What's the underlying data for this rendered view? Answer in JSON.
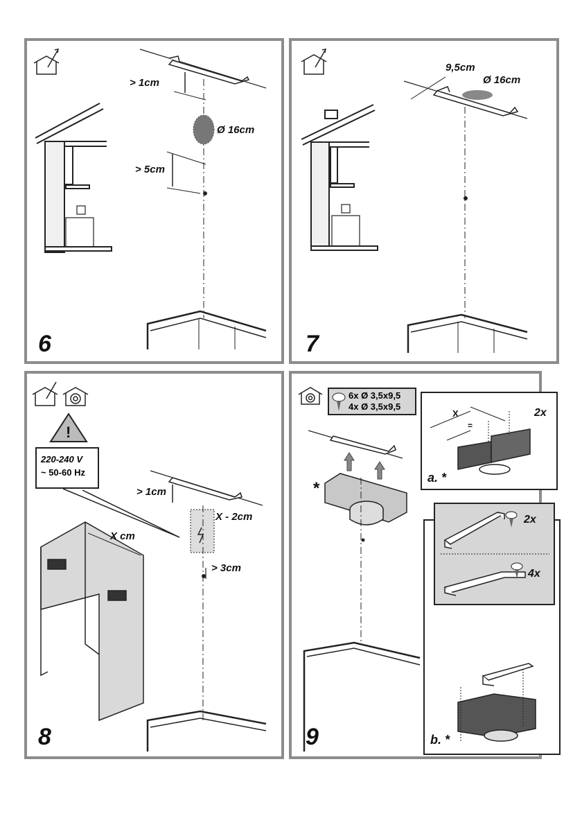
{
  "document": {
    "type": "installation instructions, cooker hood",
    "panels": [
      {
        "step": "6",
        "mode_icons": [
          "ducted-exhaust-icon"
        ],
        "labels": {
          "clearance_top": "> 1cm",
          "duct_diameter": "Ø 16cm",
          "clearance_screw": "> 5cm"
        }
      },
      {
        "step": "7",
        "mode_icons": [
          "ducted-exhaust-icon"
        ],
        "labels": {
          "bracket_offset": "9,5cm",
          "duct_diameter": "Ø 16cm"
        }
      },
      {
        "step": "8",
        "mode_icons": [
          "ducted-exhaust-icon",
          "recirculation-icon"
        ],
        "warning": {
          "voltage": "220-240 V",
          "frequency": "~ 50-60 Hz"
        },
        "labels": {
          "clearance_top": "> 1cm",
          "socket_width": "X - 2cm",
          "chimney_width": "X cm",
          "clearance_bottom": "> 3cm"
        }
      },
      {
        "step": "9",
        "mode_icons": [
          "recirculation-icon"
        ],
        "screws": [
          "6x Ø 3,5x9,5",
          "4x Ø 3,5x9,5"
        ],
        "optional_marker": "*",
        "sub_a": {
          "label": "a. *",
          "dim_x": "X",
          "dim_eq": "=",
          "screws": "2x"
        },
        "sub_b": {
          "label": "b. *",
          "screws_top": "2x",
          "screws_bottom": "4x"
        }
      }
    ]
  }
}
